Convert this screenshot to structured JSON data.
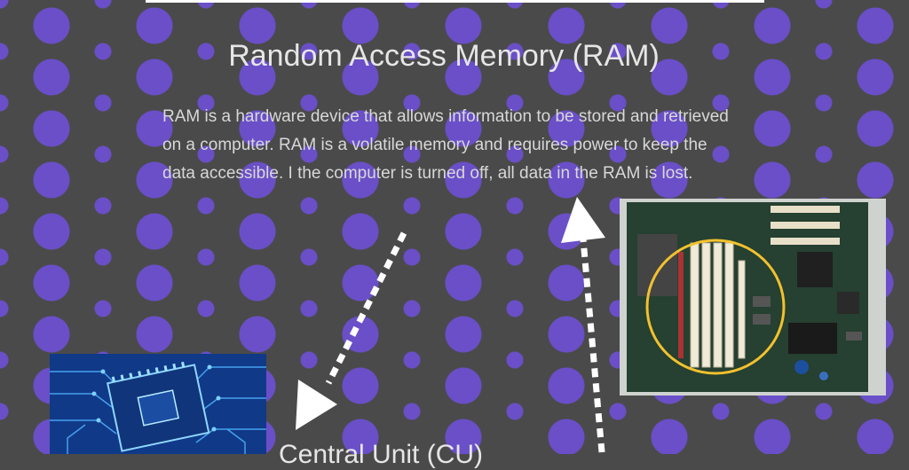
{
  "slide": {
    "title": "Random Access Memory (RAM)",
    "body": "RAM is a hardware device that allows information to be stored and retrieved on a computer. RAM is a volatile memory and requires power to keep the data accessible.  I the computer is turned off, all data in the RAM is lost.",
    "subtitle": "Central Unit (CU)"
  },
  "colors": {
    "background": "#4a4a4a",
    "dots": "#6a4fc8",
    "text": "#e6e6e6",
    "highlight_ring": "#f2c12e"
  }
}
